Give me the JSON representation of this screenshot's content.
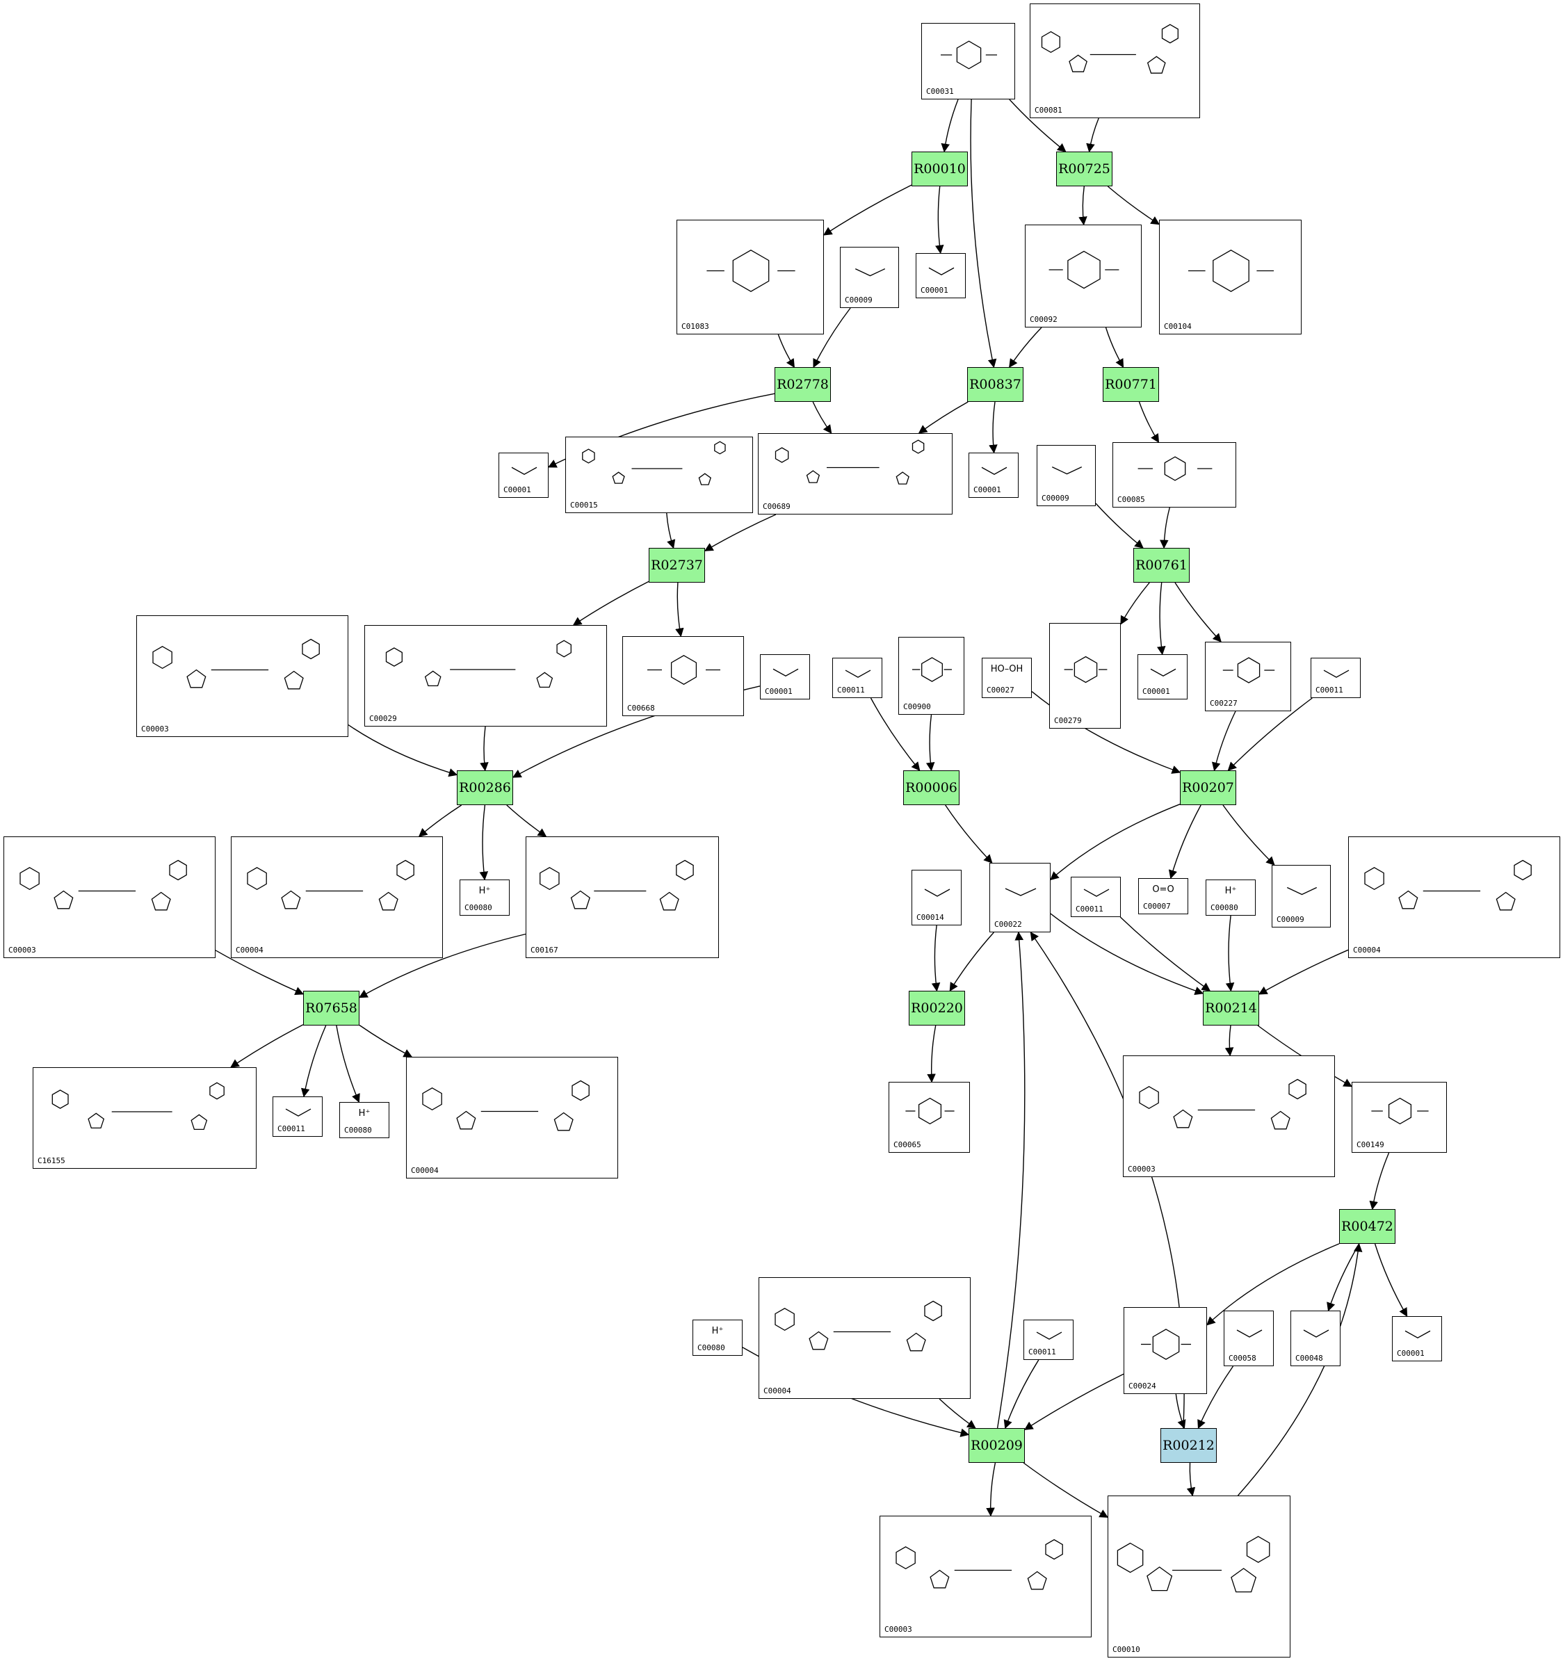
{
  "colors": {
    "reaction_fill": "#98f598",
    "reaction_highlight": "#add8e6",
    "edge": "#000000",
    "border": "#000000"
  },
  "reactions": [
    {
      "id": "R00010",
      "highlight": false
    },
    {
      "id": "R00725",
      "highlight": false
    },
    {
      "id": "R02778",
      "highlight": false
    },
    {
      "id": "R00837",
      "highlight": false
    },
    {
      "id": "R00771",
      "highlight": false
    },
    {
      "id": "R02737",
      "highlight": false
    },
    {
      "id": "R00761",
      "highlight": false
    },
    {
      "id": "R00286",
      "highlight": false
    },
    {
      "id": "R00006",
      "highlight": false
    },
    {
      "id": "R00207",
      "highlight": false
    },
    {
      "id": "R07658",
      "highlight": false
    },
    {
      "id": "R00220",
      "highlight": false
    },
    {
      "id": "R00214",
      "highlight": false
    },
    {
      "id": "R00472",
      "highlight": false
    },
    {
      "id": "R00209",
      "highlight": false
    },
    {
      "id": "R00212",
      "highlight": true
    }
  ],
  "compounds": [
    {
      "key": "c_C00031",
      "id": "C00031",
      "label": ""
    },
    {
      "key": "c_C00081",
      "id": "C00081",
      "label": ""
    },
    {
      "key": "c_C01083",
      "id": "C01083",
      "label": ""
    },
    {
      "key": "c_C00009a",
      "id": "C00009",
      "label": ""
    },
    {
      "key": "c_C00001a",
      "id": "C00001",
      "label": ""
    },
    {
      "key": "c_C00092",
      "id": "C00092",
      "label": ""
    },
    {
      "key": "c_C00104",
      "id": "C00104",
      "label": ""
    },
    {
      "key": "c_C00001b",
      "id": "C00001",
      "label": ""
    },
    {
      "key": "c_C00015",
      "id": "C00015",
      "label": ""
    },
    {
      "key": "c_C00689",
      "id": "C00689",
      "label": ""
    },
    {
      "key": "c_C00001c",
      "id": "C00001",
      "label": ""
    },
    {
      "key": "c_C00009b",
      "id": "C00009",
      "label": ""
    },
    {
      "key": "c_C00085",
      "id": "C00085",
      "label": ""
    },
    {
      "key": "c_C00003a",
      "id": "C00003",
      "label": ""
    },
    {
      "key": "c_C00029",
      "id": "C00029",
      "label": ""
    },
    {
      "key": "c_C00668",
      "id": "C00668",
      "label": ""
    },
    {
      "key": "c_C00001d",
      "id": "C00001",
      "label": ""
    },
    {
      "key": "c_C00011a",
      "id": "C00011",
      "label": ""
    },
    {
      "key": "c_C00900",
      "id": "C00900",
      "label": ""
    },
    {
      "key": "c_C00027",
      "id": "C00027",
      "label": "HO–OH"
    },
    {
      "key": "c_C00279",
      "id": "C00279",
      "label": ""
    },
    {
      "key": "c_C00001e",
      "id": "C00001",
      "label": ""
    },
    {
      "key": "c_C00227",
      "id": "C00227",
      "label": ""
    },
    {
      "key": "c_C00011b",
      "id": "C00011",
      "label": ""
    },
    {
      "key": "c_C00003b",
      "id": "C00003",
      "label": ""
    },
    {
      "key": "c_C00004a",
      "id": "C00004",
      "label": ""
    },
    {
      "key": "c_C00080a",
      "id": "C00080",
      "label": "H⁺"
    },
    {
      "key": "c_C00167",
      "id": "C00167",
      "label": ""
    },
    {
      "key": "c_C00014",
      "id": "C00014",
      "label": ""
    },
    {
      "key": "c_C00022",
      "id": "C00022",
      "label": ""
    },
    {
      "key": "c_C00011c",
      "id": "C00011",
      "label": ""
    },
    {
      "key": "c_C00007",
      "id": "C00007",
      "label": "O=O"
    },
    {
      "key": "c_C00080b",
      "id": "C00080",
      "label": "H⁺"
    },
    {
      "key": "c_C00009c",
      "id": "C00009",
      "label": ""
    },
    {
      "key": "c_C00004b",
      "id": "C00004",
      "label": ""
    },
    {
      "key": "c_C16155",
      "id": "C16155",
      "label": ""
    },
    {
      "key": "c_C00011d",
      "id": "C00011",
      "label": ""
    },
    {
      "key": "c_C00080c",
      "id": "C00080",
      "label": "H⁺"
    },
    {
      "key": "c_C00004c",
      "id": "C00004",
      "label": ""
    },
    {
      "key": "c_C00065",
      "id": "C00065",
      "label": ""
    },
    {
      "key": "c_C00003c",
      "id": "C00003",
      "label": ""
    },
    {
      "key": "c_C00149",
      "id": "C00149",
      "label": ""
    },
    {
      "key": "c_C00024",
      "id": "C00024",
      "label": ""
    },
    {
      "key": "c_C00058",
      "id": "C00058",
      "label": ""
    },
    {
      "key": "c_C00048",
      "id": "C00048",
      "label": ""
    },
    {
      "key": "c_C00001f",
      "id": "C00001",
      "label": ""
    },
    {
      "key": "c_C00080d",
      "id": "C00080",
      "label": "H⁺"
    },
    {
      "key": "c_C00004d",
      "id": "C00004",
      "label": ""
    },
    {
      "key": "c_C00011e",
      "id": "C00011",
      "label": ""
    },
    {
      "key": "c_C00003d",
      "id": "C00003",
      "label": ""
    },
    {
      "key": "c_C00010",
      "id": "C00010",
      "label": ""
    }
  ],
  "edges": [
    [
      "c_C00031",
      "R00010"
    ],
    [
      "c_C00031",
      "R00725"
    ],
    [
      "c_C00031",
      "R00837"
    ],
    [
      "c_C00081",
      "R00725"
    ],
    [
      "R00010",
      "c_C01083"
    ],
    [
      "R00010",
      "c_C00001a"
    ],
    [
      "R00725",
      "c_C00092"
    ],
    [
      "R00725",
      "c_C00104"
    ],
    [
      "c_C01083",
      "R02778"
    ],
    [
      "c_C00009a",
      "R02778"
    ],
    [
      "c_C00092",
      "R00837"
    ],
    [
      "c_C00092",
      "R00771"
    ],
    [
      "R02778",
      "c_C00001b"
    ],
    [
      "R02778",
      "c_C00689"
    ],
    [
      "R00837",
      "c_C00689"
    ],
    [
      "R00837",
      "c_C00001c"
    ],
    [
      "R00771",
      "c_C00085"
    ],
    [
      "c_C00015",
      "R02737"
    ],
    [
      "c_C00689",
      "R02737"
    ],
    [
      "c_C00009b",
      "R00761"
    ],
    [
      "c_C00085",
      "R00761"
    ],
    [
      "R02737",
      "c_C00029"
    ],
    [
      "R02737",
      "c_C00668"
    ],
    [
      "R00761",
      "c_C00279"
    ],
    [
      "R00761",
      "c_C00001e"
    ],
    [
      "R00761",
      "c_C00227"
    ],
    [
      "c_C00003a",
      "R00286"
    ],
    [
      "c_C00029",
      "R00286"
    ],
    [
      "c_C00001d",
      "R00286"
    ],
    [
      "c_C00011a",
      "R00006"
    ],
    [
      "c_C00900",
      "R00006"
    ],
    [
      "c_C00027",
      "R00207"
    ],
    [
      "c_C00227",
      "R00207"
    ],
    [
      "c_C00011b",
      "R00207"
    ],
    [
      "R00286",
      "c_C00004a"
    ],
    [
      "R00286",
      "c_C00080a"
    ],
    [
      "R00286",
      "c_C00167"
    ],
    [
      "R00006",
      "c_C00022"
    ],
    [
      "R00207",
      "c_C00022"
    ],
    [
      "R00207",
      "c_C00007"
    ],
    [
      "R00207",
      "c_C00009c"
    ],
    [
      "c_C00003b",
      "R07658"
    ],
    [
      "c_C00167",
      "R07658"
    ],
    [
      "R07658",
      "c_C16155"
    ],
    [
      "R07658",
      "c_C00011d"
    ],
    [
      "R07658",
      "c_C00080c"
    ],
    [
      "R07658",
      "c_C00004c"
    ],
    [
      "c_C00014",
      "R00220"
    ],
    [
      "c_C00022",
      "R00220"
    ],
    [
      "c_C00022",
      "R00214"
    ],
    [
      "c_C00011c",
      "R00214"
    ],
    [
      "c_C00080b",
      "R00214"
    ],
    [
      "c_C00004b",
      "R00214"
    ],
    [
      "R00220",
      "c_C00065"
    ],
    [
      "R00214",
      "c_C00003c"
    ],
    [
      "R00214",
      "c_C00149"
    ],
    [
      "c_C00149",
      "R00472"
    ],
    [
      "R00472",
      "c_C00024"
    ],
    [
      "R00472",
      "c_C00048"
    ],
    [
      "R00472",
      "c_C00001f"
    ],
    [
      "c_C00080d",
      "R00209"
    ],
    [
      "c_C00004d",
      "R00209"
    ],
    [
      "c_C00011e",
      "R00209"
    ],
    [
      "c_C00024",
      "R00209"
    ],
    [
      "c_C00024",
      "R00212"
    ],
    [
      "c_C00058",
      "R00212"
    ],
    [
      "R00209",
      "c_C00022"
    ],
    [
      "R00209",
      "c_C00003d"
    ],
    [
      "R00209",
      "c_C00010"
    ],
    [
      "R00212",
      "c_C00022"
    ],
    [
      "R00212",
      "c_C00010"
    ],
    [
      "c_C00010",
      "R00472"
    ]
  ]
}
